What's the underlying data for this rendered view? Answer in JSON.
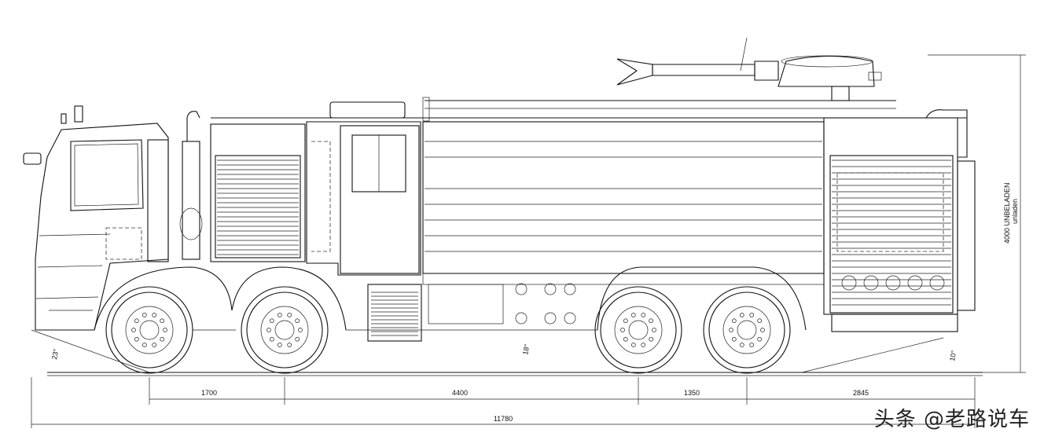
{
  "dimensions": {
    "wheelbase_1": "1700",
    "wheelbase_2": "4400",
    "wheelbase_3": "1350",
    "rear_overhang": "2845",
    "overall_length": "11780",
    "height_label_line1": "4000 UNBELADEN",
    "height_label_line2": "unladen",
    "approach_angle": "23°",
    "ramp_angle": "18°",
    "departure_angle": "10°"
  },
  "watermark": "头条 @老路说车"
}
